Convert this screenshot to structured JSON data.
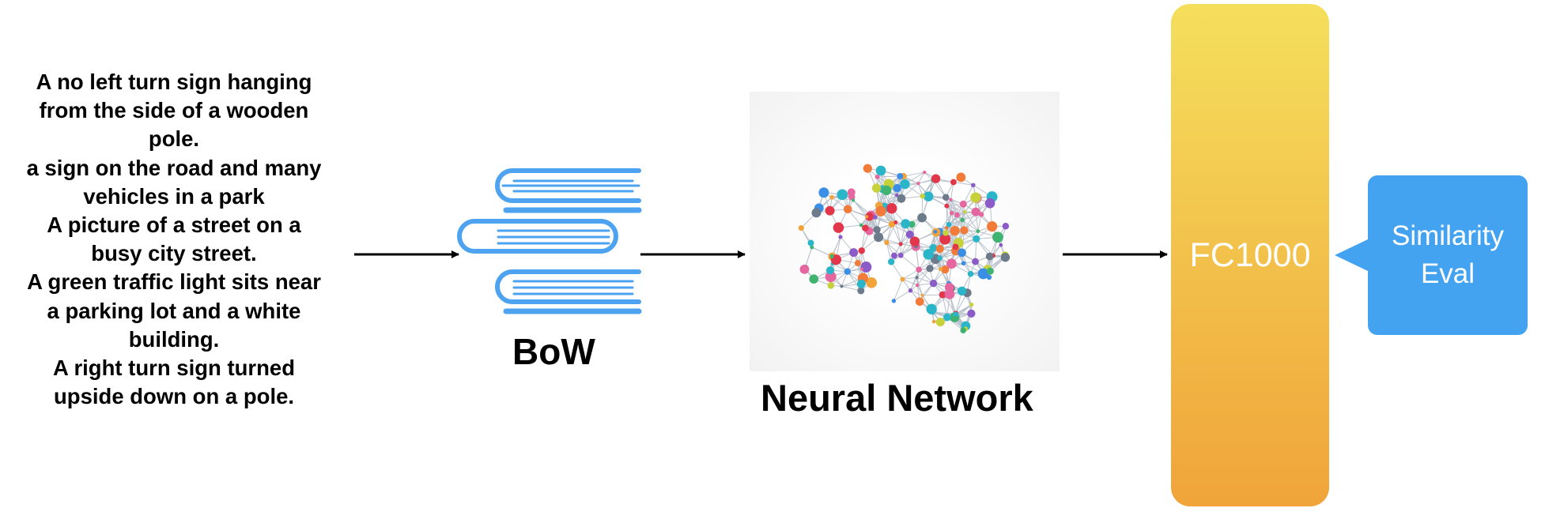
{
  "captions": [
    "A no left turn sign hanging",
    "from the side of a wooden",
    "pole.",
    "a sign on the road and many",
    "vehicles in a park",
    "A picture of a street on a",
    "busy city street.",
    "A green traffic light sits near",
    "a parking lot and a white",
    "building.",
    "A right turn sign turned",
    "upside down on a pole."
  ],
  "bow": {
    "label": "BoW",
    "icon": "books-icon",
    "color": "#4da3f0"
  },
  "neural_network": {
    "label": "Neural Network",
    "icon": "brain-network-icon"
  },
  "fc": {
    "label": "FC1000",
    "color_top": "#f5df5c",
    "color_bottom": "#f0a43a"
  },
  "similarity": {
    "line1": "Similarity",
    "line2": "Eval",
    "color": "#44a3f0"
  }
}
